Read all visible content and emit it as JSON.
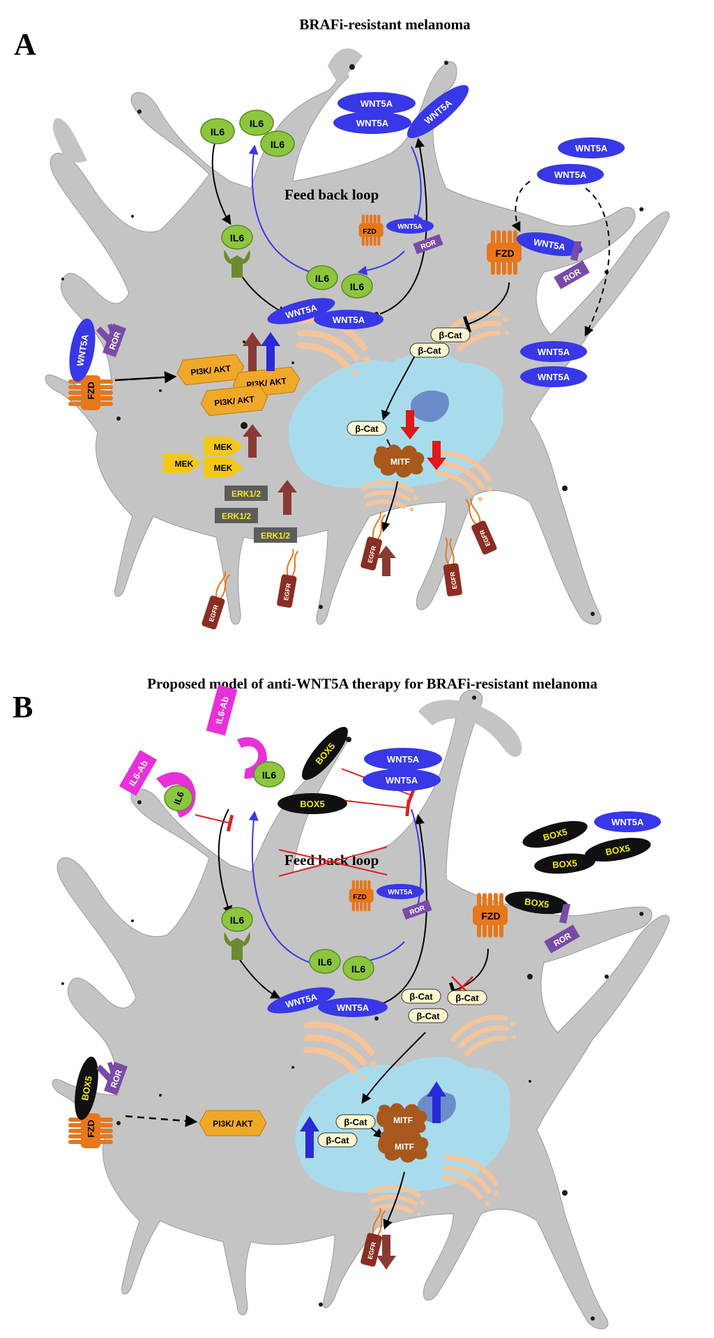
{
  "panel_a": {
    "letter": "A",
    "title": "BRAFi-resistant melanoma",
    "feedback_label": "Feed back loop",
    "il6": "IL6",
    "wnt5a": "WNT5A",
    "fzd": "FZD",
    "ror": "ROR",
    "bcat": "β-Cat",
    "mitf": "MITF",
    "egfr": "EGFR",
    "pi3k": "PI3K/ AKT",
    "mek": "MEK",
    "erk": "ERK1/2"
  },
  "panel_b": {
    "letter": "B",
    "title": "Proposed model of anti-WNT5A therapy for BRAFi-resistant melanoma",
    "feedback_label": "Feed back loop",
    "il6": "IL6",
    "il6ab": "IL6-Ab",
    "box5": "BOX5",
    "wnt5a": "WNT5A",
    "fzd": "FZD",
    "ror": "ROR",
    "bcat": "β-Cat",
    "mitf": "MITF",
    "egfr": "EGFR",
    "pi3k": "PI3K/ AKT"
  },
  "colors": {
    "cell": "#c4c4c4",
    "nucleus": "#a8dcec",
    "nucleolus": "#6b8cc8",
    "golgi": "#f5c49a",
    "il6": "#8cc63f",
    "wnt5a": "#3838e8",
    "fzd": "#e8761a",
    "ror": "#7a4aa8",
    "bcat": "#fdf6d0",
    "mitf": "#a8581c",
    "egfr": "#8a2e24",
    "pi3k": "#f0a828",
    "mek": "#f5c818",
    "erk": "#5c5c5c",
    "box5": "#101010",
    "il6ab": "#e830d8",
    "up_red": "#8a3a34",
    "up_blue": "#2a2ad8",
    "down_red": "#e01818",
    "inhibit": "#e02020"
  }
}
